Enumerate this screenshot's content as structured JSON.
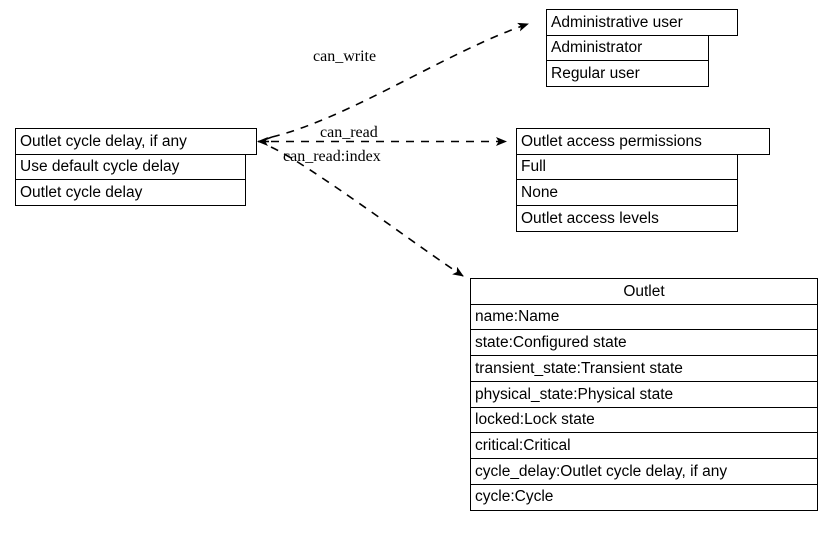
{
  "diagram": {
    "type": "entity-relationship-diagram",
    "background": "#ffffff",
    "line_color": "#000000",
    "nodes": [
      {
        "id": "outlet-cycle-delay-if-any",
        "title": "Outlet cycle delay, if any",
        "rows": [
          "Use default cycle delay",
          "Outlet cycle delay"
        ],
        "title_align": "left"
      },
      {
        "id": "administrative-user",
        "title": "Administrative user",
        "rows": [
          "Administrator",
          "Regular user"
        ],
        "title_align": "left"
      },
      {
        "id": "outlet-access-permissions",
        "title": "Outlet access permissions",
        "rows": [
          "Full",
          "None",
          "Outlet access levels"
        ],
        "title_align": "left"
      },
      {
        "id": "outlet",
        "title": "Outlet",
        "rows": [
          "name:Name",
          "state:Configured state",
          "transient_state:Transient state",
          "physical_state:Physical state",
          "locked:Lock state",
          "critical:Critical",
          "cycle_delay:Outlet cycle delay, if any",
          "cycle:Cycle"
        ],
        "title_align": "center"
      }
    ],
    "edges": [
      {
        "id": "can-write",
        "label": "can_write",
        "from": "outlet-cycle-delay-if-any",
        "to": "administrative-user",
        "style": "dashed",
        "arrow": "both"
      },
      {
        "id": "can-read",
        "label": "can_read",
        "from": "outlet-cycle-delay-if-any",
        "to": "outlet-access-permissions",
        "style": "dashed",
        "arrow": "both"
      },
      {
        "id": "can-read-index",
        "label": "can_read:index",
        "from": "outlet-cycle-delay-if-any",
        "to": "outlet",
        "style": "dashed",
        "arrow": "both"
      }
    ]
  }
}
